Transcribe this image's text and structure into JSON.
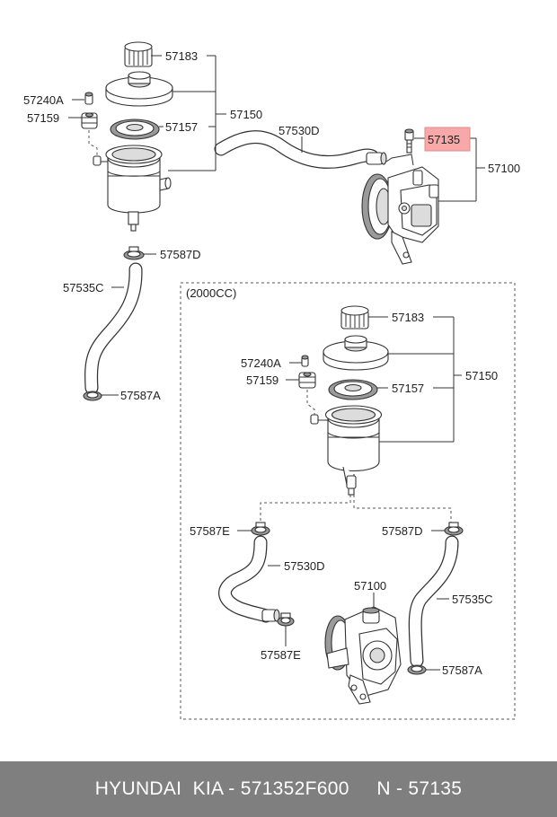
{
  "labels": {
    "top": {
      "cap": "57183",
      "reservoir_assy": "57150",
      "clip": "57240A",
      "bushing": "57159",
      "filter": "57157",
      "hose_feed": "57530D",
      "bolt": "57135",
      "pump": "57100",
      "clamp_upper": "57587D",
      "hose_return": "57535C",
      "clamp_lower": "57587A"
    },
    "inset": {
      "title": "(2000CC)",
      "cap": "57183",
      "clip": "57240A",
      "bushing": "57159",
      "filter": "57157",
      "reservoir_assy": "57150",
      "clamp_left": "57587E",
      "clamp_right": "57587D",
      "hose_left": "57530D",
      "pump": "57100",
      "hose_right": "57535C",
      "clamp_pump": "57587E",
      "clamp_bottom": "57587A"
    }
  },
  "footer": {
    "text": "HYUNDAI  KIA - 571352F600     N - 57135"
  },
  "colors": {
    "highlight": "#f7a8a8",
    "footer_bg": "#7f7f7f"
  }
}
